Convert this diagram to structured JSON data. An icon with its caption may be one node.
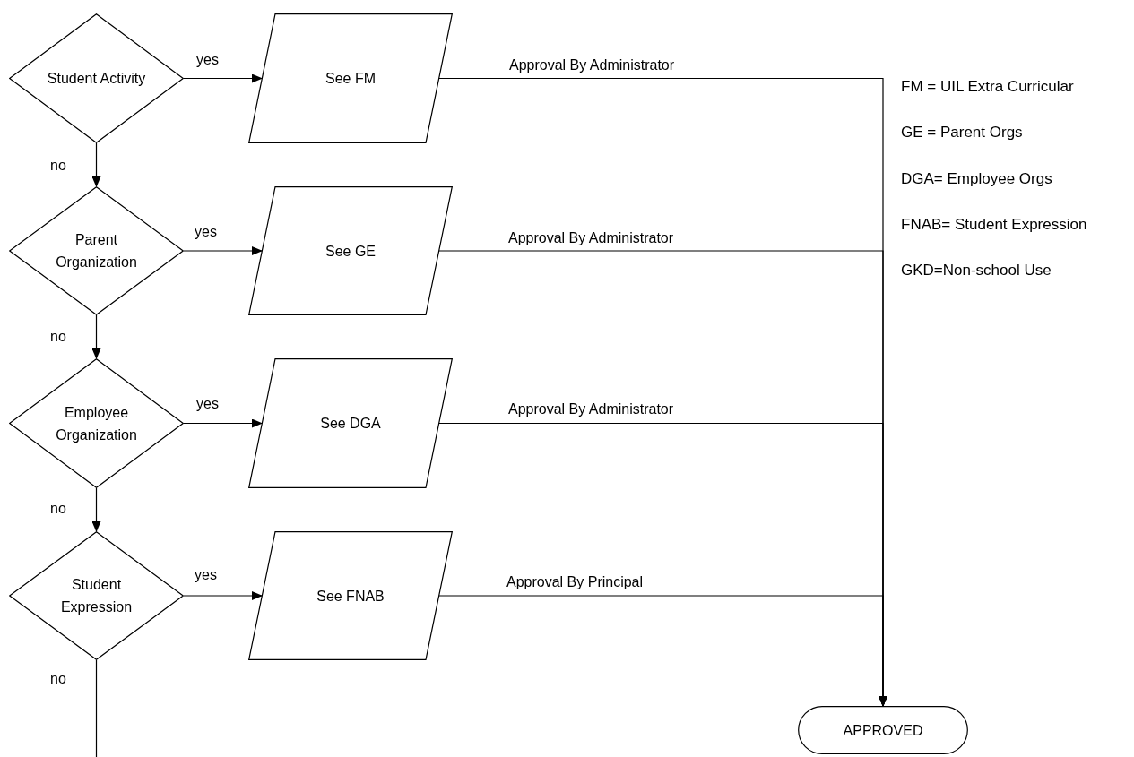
{
  "diagram": {
    "nodes": [
      {
        "text": [
          "Student Activity"
        ]
      },
      {
        "text": [
          "See FM"
        ]
      },
      {
        "text": [
          "Parent Organization"
        ]
      },
      {
        "text": [
          "See GE"
        ]
      },
      {
        "text": [
          "Employee Organization"
        ]
      },
      {
        "text": [
          "See DGA"
        ]
      },
      {
        "text": [
          "Student Expression"
        ]
      },
      {
        "text": [
          "See FNAB"
        ]
      },
      {
        "text": [
          "APPROVED"
        ]
      }
    ],
    "edges": [
      {
        "from": 0,
        "to": 1,
        "arrow": "to",
        "label": "yes"
      },
      {
        "from": 0,
        "to": 2,
        "arrow": "to",
        "label": "no"
      },
      {
        "from": 2,
        "to": 3,
        "arrow": "to",
        "label": "yes"
      },
      {
        "from": 2,
        "to": 4,
        "arrow": "to",
        "label": "no"
      },
      {
        "from": 4,
        "to": 5,
        "arrow": "to",
        "label": "yes"
      },
      {
        "from": 4,
        "to": 6,
        "arrow": "to",
        "label": "no"
      },
      {
        "from": 6,
        "to": 7,
        "arrow": "to",
        "label": "yes"
      },
      {
        "from": 6,
        "to": null,
        "arrow": "none",
        "label": "no"
      },
      {
        "from": 1,
        "to": 8,
        "arrow": "to",
        "label": "Approval By Administrator"
      },
      {
        "from": 3,
        "to": 8,
        "arrow": "to",
        "label": "Approval By Administrator"
      },
      {
        "from": 5,
        "to": 8,
        "arrow": "to",
        "label": "Approval By Administrator"
      },
      {
        "from": 7,
        "to": 8,
        "arrow": "to",
        "label": "Approval By Principal"
      }
    ],
    "labels": [
      "FM = UIL Extra Curricular",
      "GE = Parent Orgs",
      "DGA= Employee Orgs",
      "FNAB= Student Expression",
      "GKD=Non-school Use"
    ]
  }
}
